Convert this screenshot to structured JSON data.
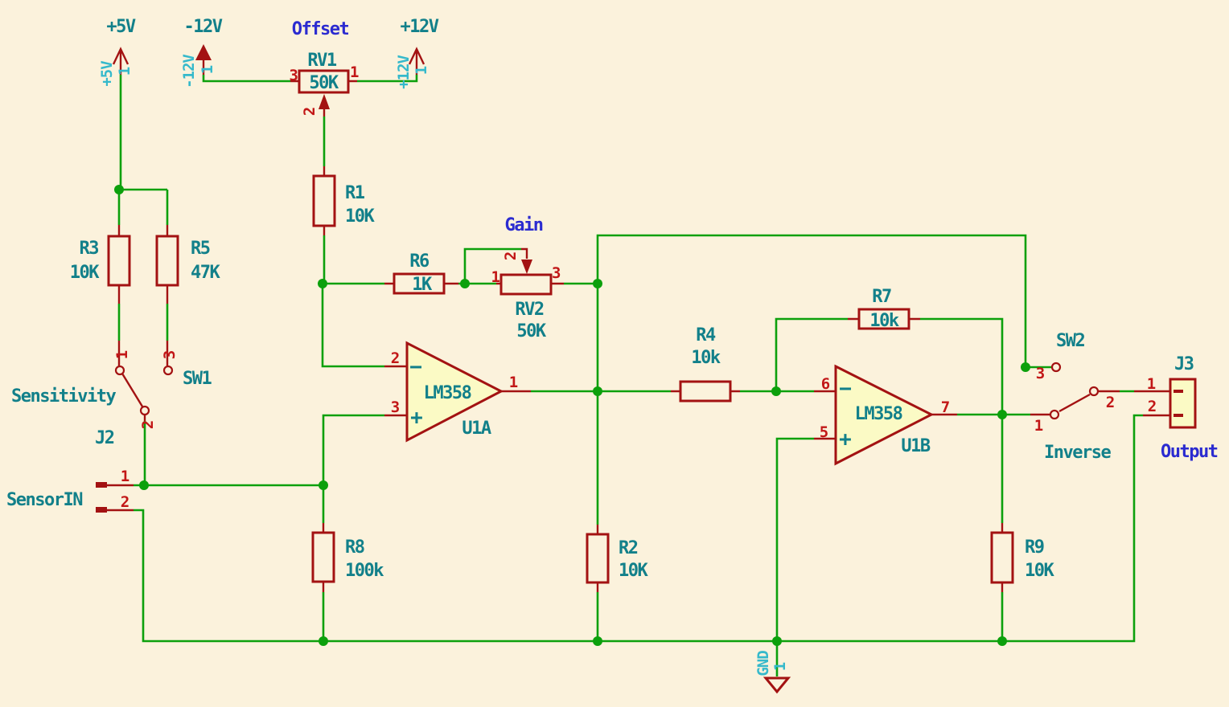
{
  "colors": {
    "background": "#FBF2DC",
    "wire_green": "#0CA00C",
    "symbol_outline": "#A31212",
    "pin_number_red": "#C21717",
    "reference_teal": "#12808A",
    "net_label_blue": "#2B2BD0",
    "power_pin_cyan": "#35B9CB",
    "body_fill_yellow": "#FBFAC5"
  },
  "power": {
    "plus5": {
      "label": "+5V",
      "pin_name": "+5V",
      "pin": "1"
    },
    "minus12": {
      "label": "-12V",
      "pin_name": "-12V",
      "pin": "1"
    },
    "plus12": {
      "label": "+12V",
      "pin_name": "+12V",
      "pin": "1"
    },
    "gnd": {
      "pin_name": "GND",
      "pin": "1"
    }
  },
  "components": {
    "rv1": {
      "ref": "RV1",
      "value": "50K",
      "net_label": "Offset",
      "pins": {
        "p1": "1",
        "p2": "2",
        "p3": "3"
      }
    },
    "rv2": {
      "ref": "RV2",
      "value": "50K",
      "net_label": "Gain",
      "pins": {
        "p1": "1",
        "p2": "2",
        "p3": "3"
      }
    },
    "r1": {
      "ref": "R1",
      "value": "10K"
    },
    "r2": {
      "ref": "R2",
      "value": "10K"
    },
    "r3": {
      "ref": "R3",
      "value": "10K"
    },
    "r4": {
      "ref": "R4",
      "value": "10k"
    },
    "r5": {
      "ref": "R5",
      "value": "47K"
    },
    "r6": {
      "ref": "R6",
      "value": "1K"
    },
    "r7": {
      "ref": "R7",
      "value": "10k"
    },
    "r8": {
      "ref": "R8",
      "value": "100k"
    },
    "r9": {
      "ref": "R9",
      "value": "10K"
    },
    "u1a": {
      "ref": "U1A",
      "part": "LM358",
      "minus": "−",
      "plus": "+",
      "pins": {
        "p1": "1",
        "p2": "2",
        "p3": "3"
      }
    },
    "u1b": {
      "ref": "U1B",
      "part": "LM358",
      "minus": "−",
      "plus": "+",
      "pins": {
        "p5": "5",
        "p6": "6",
        "p7": "7"
      }
    },
    "sw1": {
      "ref": "SW1",
      "label": "Sensitivity",
      "pins": {
        "p1": "1",
        "p2": "2",
        "p3": "3"
      }
    },
    "sw2": {
      "ref": "SW2",
      "label": "Inverse",
      "pins": {
        "p1": "1",
        "p2": "2",
        "p3": "3"
      }
    },
    "j2": {
      "ref": "J2",
      "label": "SensorIN",
      "pins": {
        "p1": "1",
        "p2": "2"
      }
    },
    "j3": {
      "ref": "J3",
      "label": "Output",
      "pins": {
        "p1": "1",
        "p2": "2"
      }
    }
  }
}
